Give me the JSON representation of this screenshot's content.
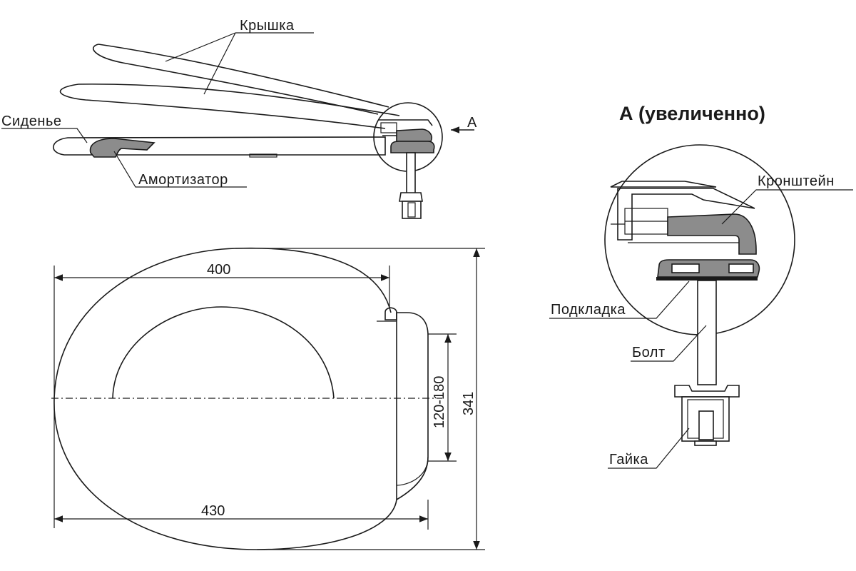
{
  "diagram": {
    "labels": {
      "lid": "Крышка",
      "seat": "Сиденье",
      "damper": "Амортизатор",
      "view_marker": "А",
      "bracket": "Кронштейн",
      "gasket": "Подкладка",
      "bolt": "Болт",
      "nut": "Гайка"
    },
    "detail_title": "А (увеличенно)",
    "dimensions": {
      "length_inner": "400",
      "length_outer": "430",
      "width": "341",
      "mount_spacing": "120-180"
    }
  }
}
